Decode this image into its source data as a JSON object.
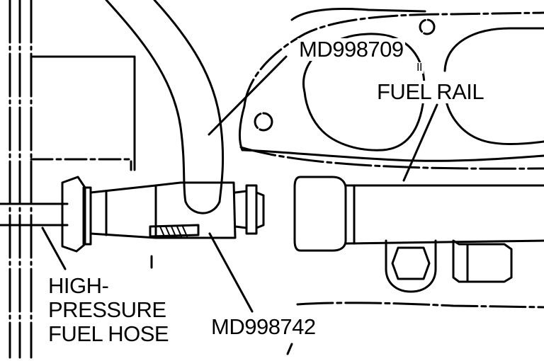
{
  "labels": {
    "tool_top": "MD998709",
    "equals_sign": "II",
    "fuel_rail": "FUEL RAIL",
    "hose_line1": "HIGH-",
    "hose_line2": "PRESSURE",
    "hose_line3": "FUEL HOSE",
    "tool_bottom": "MD998742"
  },
  "colors": {
    "ink": "#000000",
    "paper": "#ffffff"
  }
}
